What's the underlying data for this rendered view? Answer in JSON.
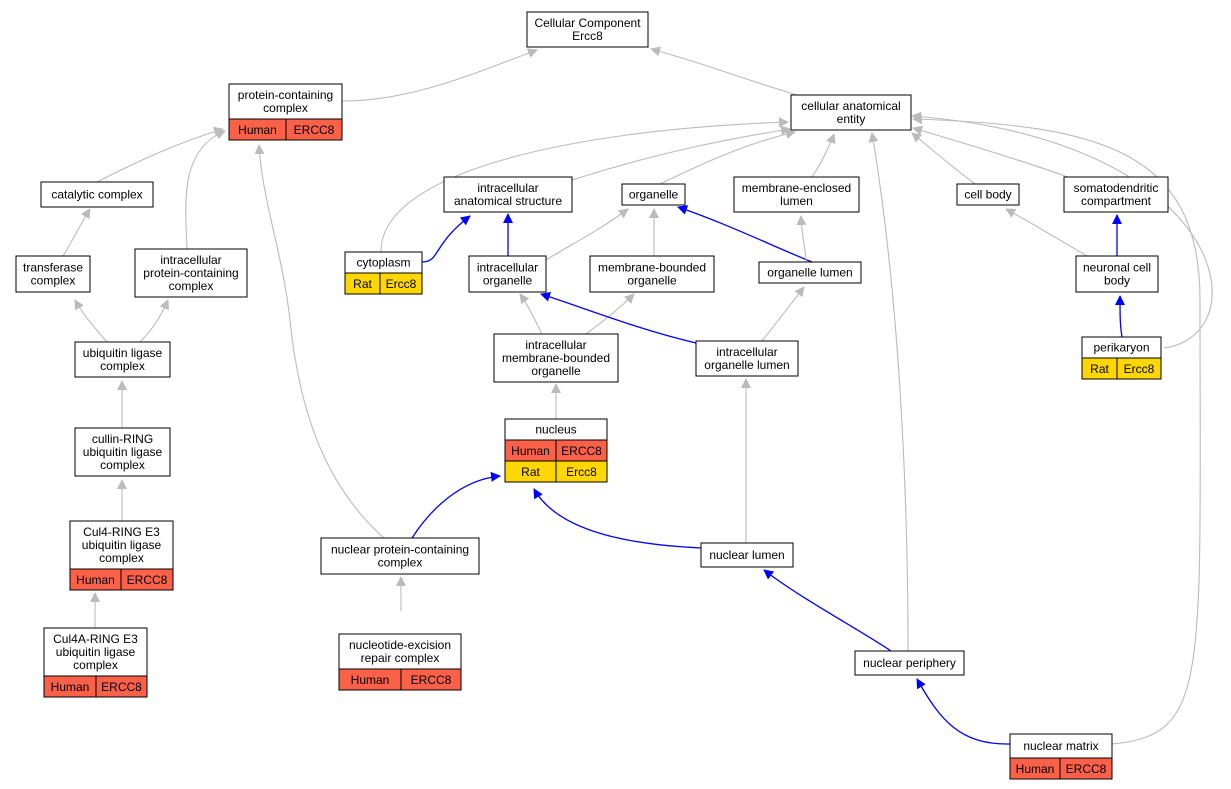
{
  "colors": {
    "human": "#fb6148",
    "rat": "#ffd700",
    "edge_isa": "#bbbbbb",
    "edge_partof": "#0000ff"
  },
  "nodes": [
    {
      "id": "root",
      "lines": [
        "Cellular Component",
        "Ercc8"
      ]
    },
    {
      "id": "cae",
      "lines": [
        "cellular anatomical",
        "entity"
      ]
    },
    {
      "id": "pcc",
      "lines": [
        "protein-containing",
        "complex"
      ],
      "annotations": [
        {
          "species": "Human",
          "gene": "ERCC8"
        }
      ]
    },
    {
      "id": "cat",
      "lines": [
        "catalytic complex"
      ]
    },
    {
      "id": "trans",
      "lines": [
        "transferase",
        "complex"
      ]
    },
    {
      "id": "ipcc",
      "lines": [
        "intracellular",
        "protein-containing",
        "complex"
      ]
    },
    {
      "id": "ulc",
      "lines": [
        "ubiquitin ligase",
        "complex"
      ]
    },
    {
      "id": "crl",
      "lines": [
        "cullin-RING",
        "ubiquitin ligase",
        "complex"
      ]
    },
    {
      "id": "cul4",
      "lines": [
        "Cul4-RING E3",
        "ubiquitin ligase",
        "complex"
      ],
      "annotations": [
        {
          "species": "Human",
          "gene": "ERCC8"
        }
      ]
    },
    {
      "id": "cul4a",
      "lines": [
        "Cul4A-RING E3",
        "ubiquitin ligase",
        "complex"
      ],
      "annotations": [
        {
          "species": "Human",
          "gene": "ERCC8"
        }
      ]
    },
    {
      "id": "ias",
      "lines": [
        "intracellular",
        "anatomical structure"
      ]
    },
    {
      "id": "cyto",
      "lines": [
        "cytoplasm"
      ],
      "annotations": [
        {
          "species": "Rat",
          "gene": "Ercc8"
        }
      ]
    },
    {
      "id": "org",
      "lines": [
        "organelle"
      ]
    },
    {
      "id": "mel",
      "lines": [
        "membrane-enclosed",
        "lumen"
      ]
    },
    {
      "id": "cb",
      "lines": [
        "cell body"
      ]
    },
    {
      "id": "sdc",
      "lines": [
        "somatodendritic",
        "compartment"
      ]
    },
    {
      "id": "io",
      "lines": [
        "intracellular",
        "organelle"
      ]
    },
    {
      "id": "mbo",
      "lines": [
        "membrane-bounded",
        "organelle"
      ]
    },
    {
      "id": "ol",
      "lines": [
        "organelle lumen"
      ]
    },
    {
      "id": "ncb",
      "lines": [
        "neuronal cell",
        "body"
      ]
    },
    {
      "id": "imbo",
      "lines": [
        "intracellular",
        "membrane-bounded",
        "organelle"
      ]
    },
    {
      "id": "iol",
      "lines": [
        "intracellular",
        "organelle lumen"
      ]
    },
    {
      "id": "peri",
      "lines": [
        "perikaryon"
      ],
      "annotations": [
        {
          "species": "Rat",
          "gene": "Ercc8"
        }
      ]
    },
    {
      "id": "nuc",
      "lines": [
        "nucleus"
      ],
      "annotations": [
        {
          "species": "Human",
          "gene": "ERCC8"
        },
        {
          "species": "Rat",
          "gene": "Ercc8"
        }
      ]
    },
    {
      "id": "npc",
      "lines": [
        "nuclear protein-containing",
        "complex"
      ]
    },
    {
      "id": "nl",
      "lines": [
        "nuclear lumen"
      ]
    },
    {
      "id": "nerc",
      "lines": [
        "nucleotide-excision",
        "repair complex"
      ],
      "annotations": [
        {
          "species": "Human",
          "gene": "ERCC8"
        }
      ]
    },
    {
      "id": "np",
      "lines": [
        "nuclear periphery"
      ]
    },
    {
      "id": "nm",
      "lines": [
        "nuclear matrix"
      ],
      "annotations": [
        {
          "species": "Human",
          "gene": "ERCC8"
        }
      ]
    }
  ],
  "edges": [
    {
      "from": "pcc",
      "to": "root",
      "type": "is_a"
    },
    {
      "from": "cae",
      "to": "root",
      "type": "is_a"
    },
    {
      "from": "cat",
      "to": "pcc",
      "type": "is_a"
    },
    {
      "from": "ipcc",
      "to": "pcc",
      "type": "is_a"
    },
    {
      "from": "trans",
      "to": "cat",
      "type": "is_a"
    },
    {
      "from": "ulc",
      "to": "trans",
      "type": "is_a"
    },
    {
      "from": "ulc",
      "to": "ipcc",
      "type": "is_a"
    },
    {
      "from": "crl",
      "to": "ulc",
      "type": "is_a"
    },
    {
      "from": "cul4",
      "to": "crl",
      "type": "is_a"
    },
    {
      "from": "cul4a",
      "to": "cul4",
      "type": "is_a"
    },
    {
      "from": "npc",
      "to": "pcc",
      "type": "is_a"
    },
    {
      "from": "npc",
      "to": "nuc",
      "type": "part_of"
    },
    {
      "from": "nerc",
      "to": "npc",
      "type": "is_a"
    },
    {
      "from": "ias",
      "to": "cae",
      "type": "is_a"
    },
    {
      "from": "cyto",
      "to": "cae",
      "type": "is_a"
    },
    {
      "from": "cyto",
      "to": "ias",
      "type": "part_of"
    },
    {
      "from": "org",
      "to": "cae",
      "type": "is_a"
    },
    {
      "from": "mel",
      "to": "cae",
      "type": "is_a"
    },
    {
      "from": "cb",
      "to": "cae",
      "type": "is_a"
    },
    {
      "from": "sdc",
      "to": "cae",
      "type": "is_a"
    },
    {
      "from": "io",
      "to": "ias",
      "type": "part_of"
    },
    {
      "from": "io",
      "to": "org",
      "type": "is_a"
    },
    {
      "from": "mbo",
      "to": "org",
      "type": "is_a"
    },
    {
      "from": "ol",
      "to": "org",
      "type": "part_of"
    },
    {
      "from": "ol",
      "to": "mel",
      "type": "is_a"
    },
    {
      "from": "ncb",
      "to": "cb",
      "type": "is_a"
    },
    {
      "from": "ncb",
      "to": "sdc",
      "type": "part_of"
    },
    {
      "from": "imbo",
      "to": "io",
      "type": "is_a"
    },
    {
      "from": "imbo",
      "to": "mbo",
      "type": "is_a"
    },
    {
      "from": "iol",
      "to": "io",
      "type": "part_of"
    },
    {
      "from": "iol",
      "to": "ol",
      "type": "is_a"
    },
    {
      "from": "peri",
      "to": "ncb",
      "type": "part_of"
    },
    {
      "from": "peri",
      "to": "cae",
      "type": "is_a"
    },
    {
      "from": "nuc",
      "to": "imbo",
      "type": "is_a"
    },
    {
      "from": "nl",
      "to": "iol",
      "type": "is_a"
    },
    {
      "from": "nl",
      "to": "nuc",
      "type": "part_of"
    },
    {
      "from": "np",
      "to": "nl",
      "type": "part_of"
    },
    {
      "from": "np",
      "to": "cae",
      "type": "is_a"
    },
    {
      "from": "nm",
      "to": "np",
      "type": "part_of"
    },
    {
      "from": "nm",
      "to": "cae",
      "type": "is_a"
    }
  ]
}
